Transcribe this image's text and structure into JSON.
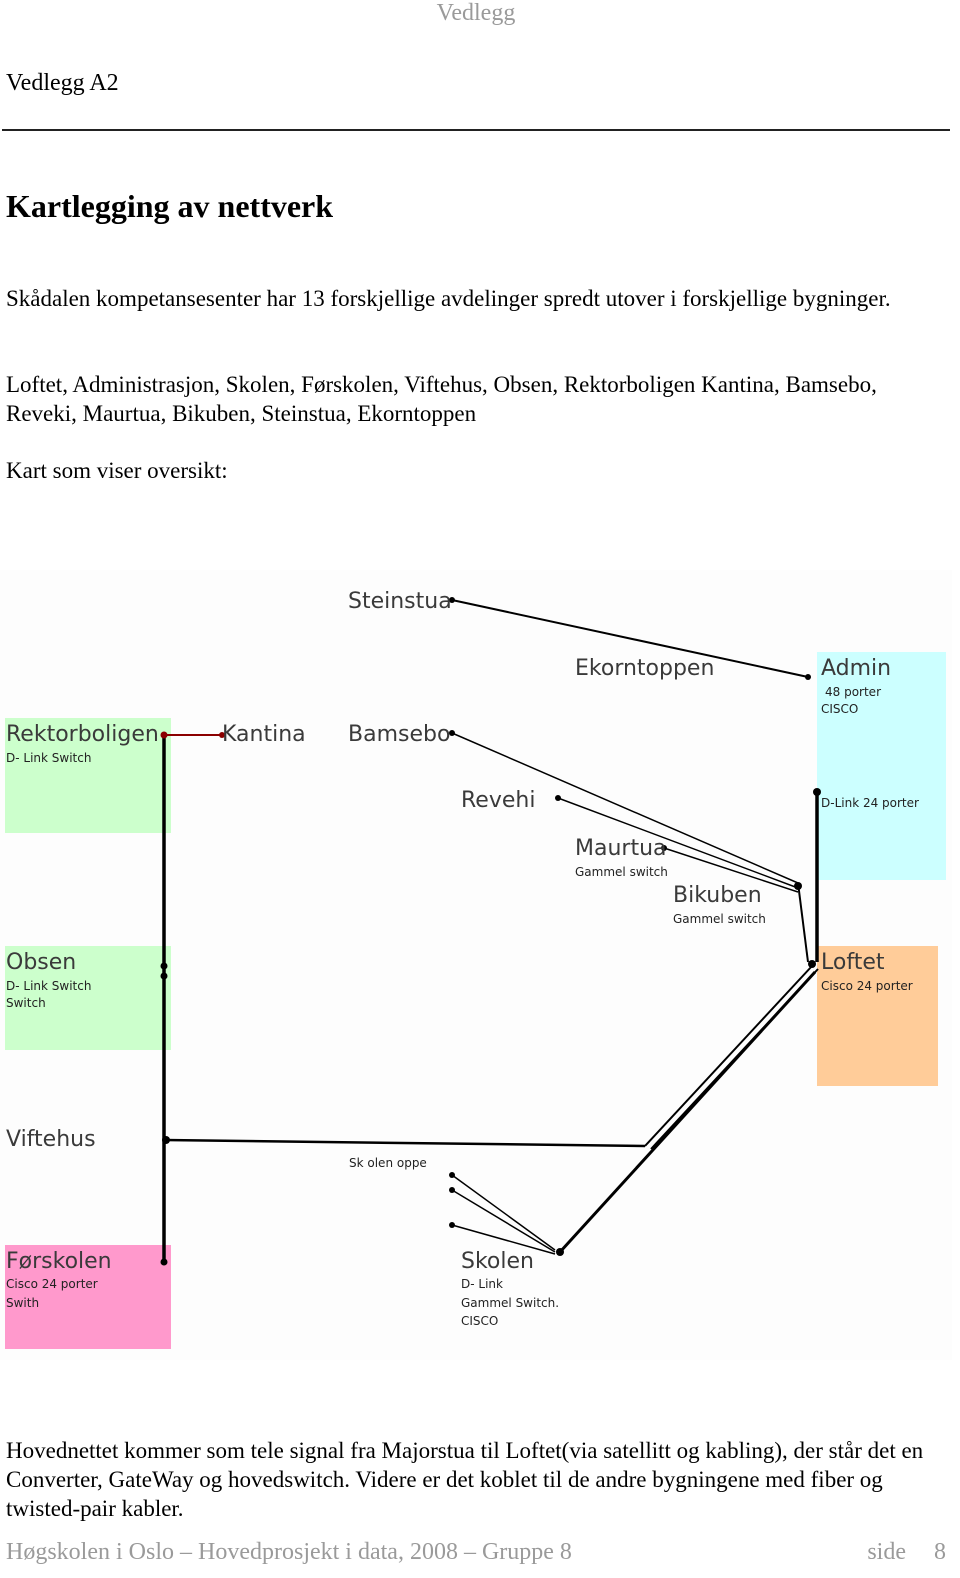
{
  "header": "Vedlegg",
  "appendix": "Vedlegg A2",
  "title": "Kartlegging av nettverk",
  "intro": "Skådalen kompetansesenter har 13 forskjellige avdelinger spredt utover i forskjellige bygninger.",
  "departments": "Loftet, Administrasjon, Skolen, Førskolen, Viftehus, Obsen, Rektorboligen Kantina, Bamsebo, Reveki, Maurtua, Bikuben, Steinstua, Ekorntoppen",
  "map_caption": "Kart som viser oversikt:",
  "map": {
    "steinstua": "Steinstua",
    "ekorntoppen": "Ekorntoppen",
    "admin": "Admin",
    "admin_sub1": "48 porter",
    "admin_sub2": "CISCO",
    "admin_dlink": "D-Link 24 porter",
    "rektorboligen": "Rektorboligen",
    "rektorboligen_sub": "D- Link Switch",
    "kantina": "Kantina",
    "bamsebo": "Bamsebo",
    "revehi": "Revehi",
    "maurtua": "Maurtua",
    "maurtua_sub": "Gammel switch",
    "bikuben": "Bikuben",
    "bikuben_sub": "Gammel switch",
    "obsen": "Obsen",
    "obsen_sub1": "D- Link Switch",
    "obsen_sub2": "Switch",
    "loftet": "Loftet",
    "loftet_sub": "Cisco 24 porter",
    "viftehus": "Viftehus",
    "skolen_oppe": "Sk olen oppe",
    "forskolen": "Førskolen",
    "forskolen_sub1": "Cisco 24 porter",
    "forskolen_sub2": "Swith",
    "skolen": "Skolen",
    "skolen_sub1": "D- Link",
    "skolen_sub2": "Gammel Switch.",
    "skolen_sub3": "CISCO",
    "colors": {
      "green": "#ccffcc",
      "cyan": "#ccffff",
      "orange": "#ffcc99",
      "pink": "#ff99cc",
      "red_line": "#8b0000"
    }
  },
  "summary": "Hovednettet kommer som tele signal fra Majorstua til Loftet(via satellitt og kabling), der står det en Converter, GateWay og hovedswitch. Videre er det koblet til de andre bygningene med fiber og twisted-pair kabler.",
  "footer": {
    "left": "Høgskolen i Oslo – Hovedprosjekt i data, 2008 – Gruppe 8",
    "side": "side",
    "page": "8"
  }
}
